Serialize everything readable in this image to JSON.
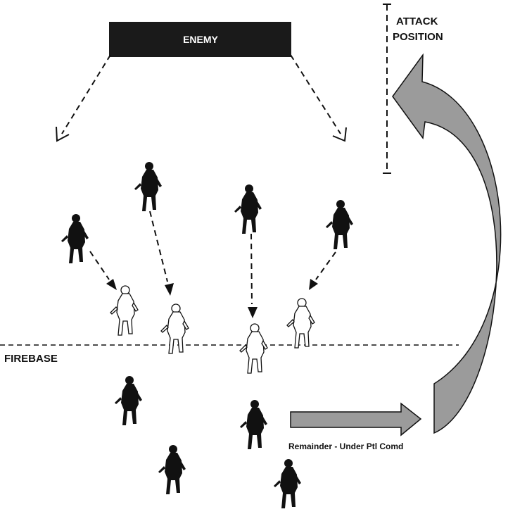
{
  "labels": {
    "enemy": "ENEMY",
    "attack_position_line1": "ATTACK",
    "attack_position_line2": "POSITION",
    "firebase": "FIREBASE",
    "remainder": "Remainder - Under Ptl Comd"
  },
  "colors": {
    "enemy_box": "#1a1a1a",
    "arrow_fill": "#9b9b9b",
    "figure": "#111111"
  },
  "icons": {
    "soldier": "soldier-silhouette-icon",
    "soldier_outline": "soldier-outline-icon"
  }
}
